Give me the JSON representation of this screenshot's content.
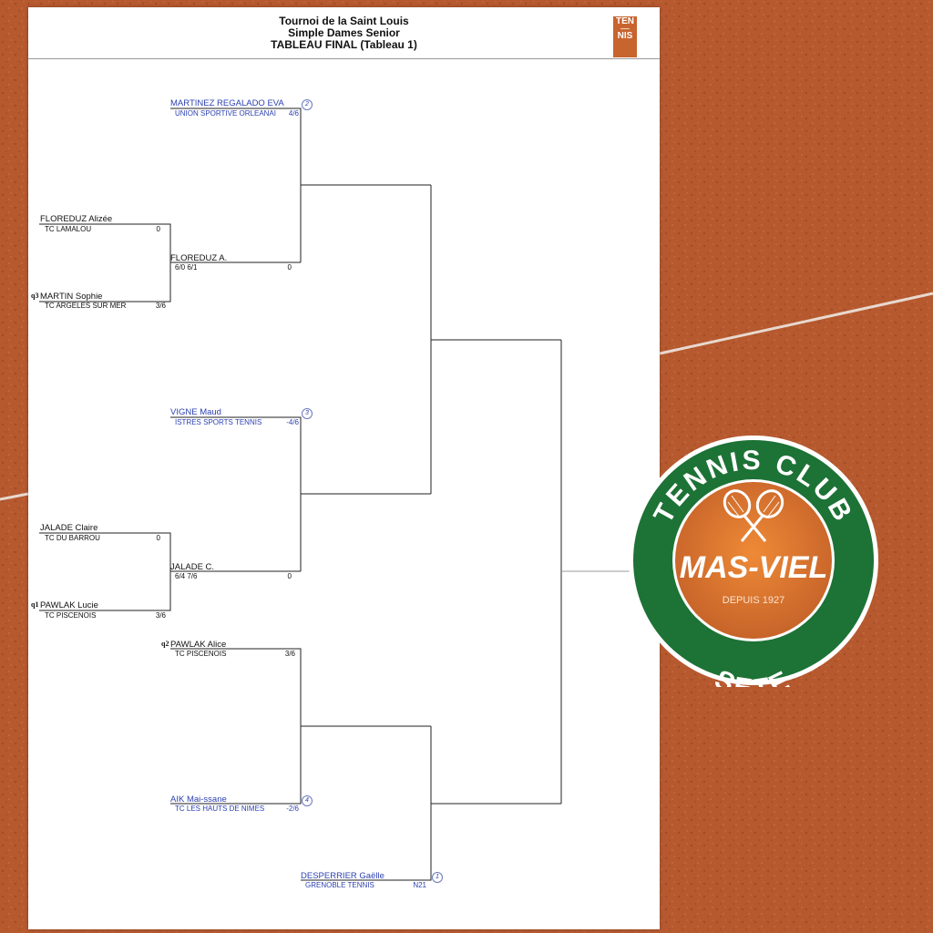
{
  "header": {
    "line1": "Tournoi de la Saint Louis",
    "line2": "Simple Dames Senior",
    "line3": "TABLEAU FINAL (Tableau 1)"
  },
  "tennis_logo": {
    "top": "TEN",
    "bottom": "NIS"
  },
  "players": [
    {
      "id": "martinez",
      "name": "MARTINEZ REGALADO EVA",
      "club": "UNION SPORTIVE ORLEANAI",
      "score": "4/6",
      "seed": "2",
      "color": "blue"
    },
    {
      "id": "floreduz",
      "name": "FLOREDUZ Alizée",
      "club": "TC LAMALOU",
      "score": "0"
    },
    {
      "id": "martin",
      "name": "MARTIN Sophie",
      "club": "TC ARGELES SUR MER",
      "score": "3/6",
      "qualifier": "q3"
    },
    {
      "id": "floreduz-r2",
      "name": "FLOREDUZ A.",
      "result": "6/0 6/1",
      "score": "0"
    },
    {
      "id": "vigne",
      "name": "VIGNE Maud",
      "club": "ISTRES SPORTS TENNIS",
      "score": "-4/6",
      "seed": "3",
      "color": "blue"
    },
    {
      "id": "jalade",
      "name": "JALADE Claire",
      "club": "TC DU BARROU",
      "score": "0"
    },
    {
      "id": "pawlak-lucie",
      "name": "PAWLAK Lucie",
      "club": "TC PISCENOIS",
      "score": "3/6",
      "qualifier": "q1"
    },
    {
      "id": "jalade-r2",
      "name": "JALADE C.",
      "result": "6/4 7/6",
      "score": "0"
    },
    {
      "id": "pawlak-alice",
      "name": "PAWLAK Alice",
      "club": "TC PISCENOIS",
      "score": "3/6",
      "qualifier": "q2"
    },
    {
      "id": "aik",
      "name": "AIK Mai-ssane",
      "club": "TC LES HAUTS DE NIMES",
      "score": "-2/6",
      "seed": "4",
      "color": "blue"
    },
    {
      "id": "desperrier",
      "name": "DESPERRIER Gaëlle",
      "club": "GRENOBLE TENNIS",
      "score": "N21",
      "seed": "1",
      "color": "blue"
    }
  ],
  "club_logo": {
    "arc_top": "TENNIS CLUB",
    "name": "MAS-VIEL",
    "since": "DEPUIS 1927",
    "arc_bottom": "SETE",
    "colors": {
      "ring": "#1f7a3a",
      "center": "#d9792e",
      "text": "#ffffff"
    }
  }
}
